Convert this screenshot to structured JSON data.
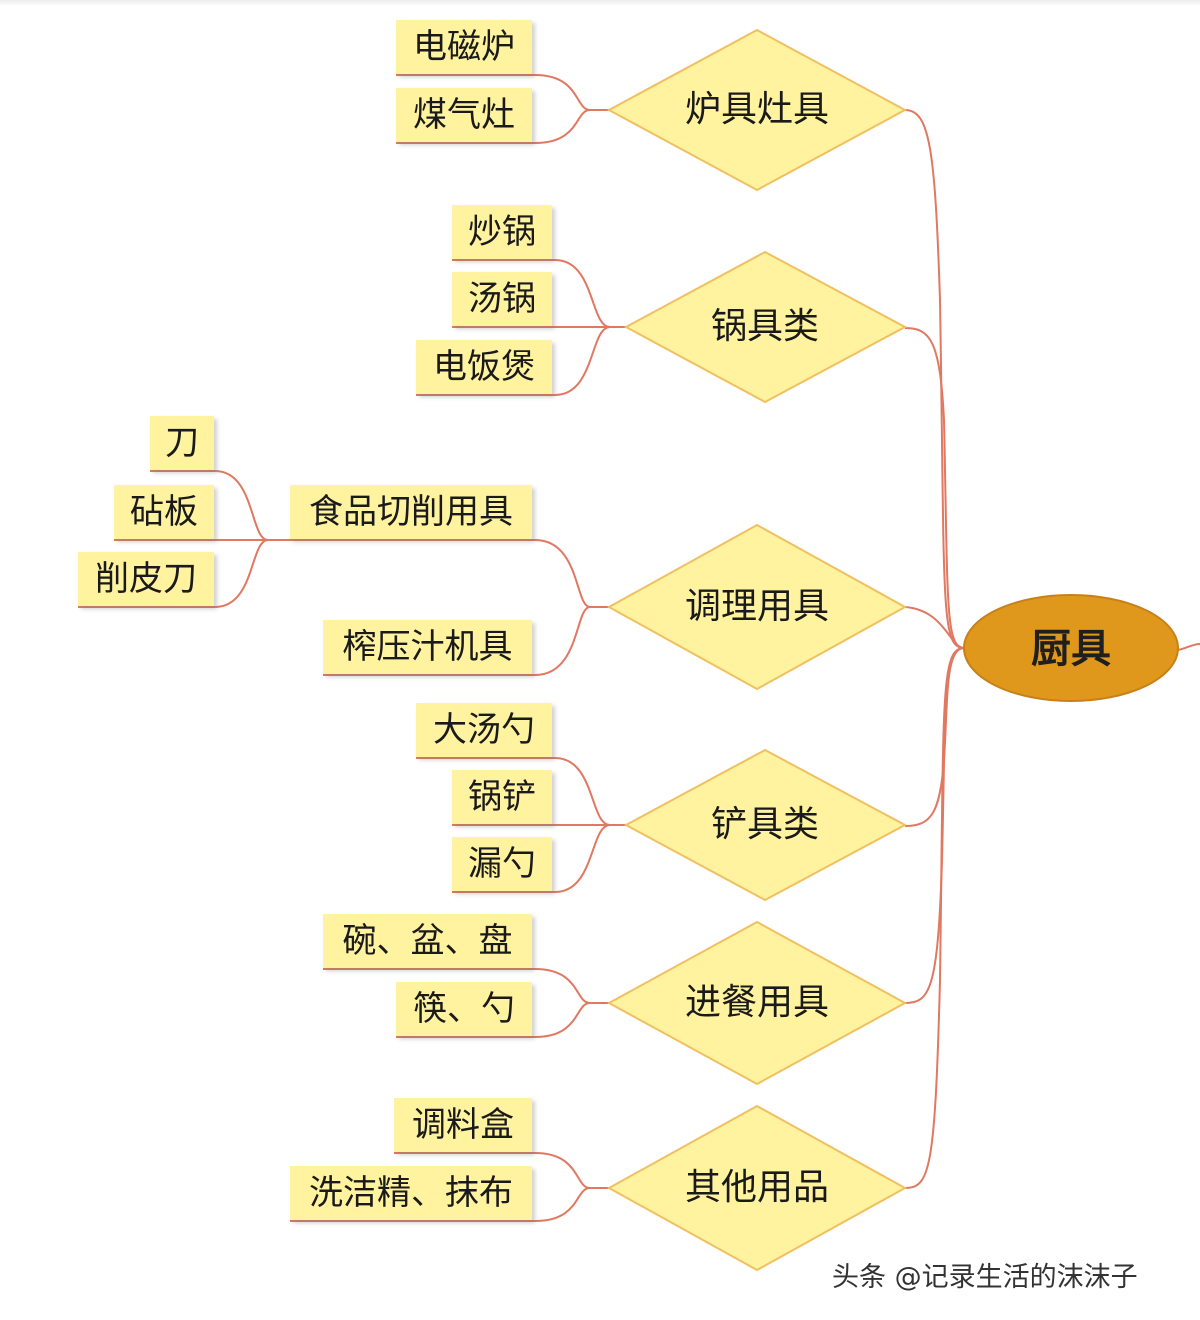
{
  "root": {
    "label": "厨具"
  },
  "branches": [
    {
      "label": "炉具灶具",
      "children": [
        "电磁炉",
        "煤气灶"
      ]
    },
    {
      "label": "锅具类",
      "children": [
        "炒锅",
        "汤锅",
        "电饭煲"
      ]
    },
    {
      "label": "调理用具",
      "children": [
        {
          "label": "食品切削用具",
          "children": [
            "刀",
            "砧板",
            "削皮刀"
          ]
        },
        {
          "label": "榨压汁机具"
        }
      ]
    },
    {
      "label": "铲具类",
      "children": [
        "大汤勺",
        "锅铲",
        "漏勺"
      ]
    },
    {
      "label": "进餐用具",
      "children": [
        "碗、盆、盘",
        "筷、勺"
      ]
    },
    {
      "label": "其他用品",
      "children": [
        "调料盒",
        "洗洁精、抹布"
      ]
    }
  ],
  "watermark": "头条 @记录生活的沫沫子",
  "colors": {
    "connector": "#e07862",
    "diamond_fill": "#fff3a0",
    "diamond_stroke": "#f0c060",
    "leaf_fill": "#fff3a0",
    "root_fill": "#e0981c",
    "root_stroke": "#c8811a"
  }
}
